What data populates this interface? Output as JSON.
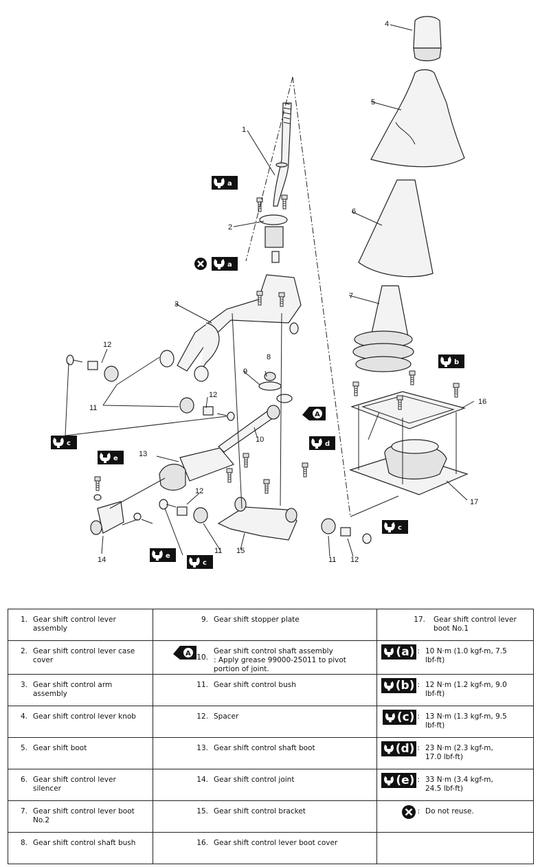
{
  "diagram": {
    "callouts": [
      "1",
      "2",
      "3",
      "4",
      "5",
      "6",
      "7",
      "8",
      "9",
      "10",
      "11",
      "12",
      "13",
      "14",
      "15",
      "16",
      "17"
    ],
    "torque_tags": [
      "a",
      "b",
      "c",
      "d",
      "e"
    ]
  },
  "legend": {
    "rows": [
      [
        {
          "n": "1.",
          "t": "Gear shift control lever\nassembly"
        },
        {
          "n": "9.",
          "t": "Gear shift stopper plate"
        },
        {
          "n": "17.",
          "t": "Gear shift control lever\nboot No.1"
        }
      ],
      [
        {
          "n": "2.",
          "t": "Gear shift control lever case\ncover"
        },
        {
          "n": "10.",
          "t": "Gear shift control shaft assembly",
          "note": ": Apply grease 99000-25011 to pivot\nportion of joint."
        },
        {
          "sym": "a",
          "t": "10 N·m (1.0 kgf-m, 7.5\nlbf-ft)"
        }
      ],
      [
        {
          "n": "3.",
          "t": "Gear shift control arm\nassembly"
        },
        {
          "n": "11.",
          "t": "Gear shift control bush"
        },
        {
          "sym": "b",
          "t": "12 N·m (1.2 kgf-m, 9.0\nlbf-ft)"
        }
      ],
      [
        {
          "n": "4.",
          "t": "Gear shift control lever knob"
        },
        {
          "n": "12.",
          "t": "Spacer"
        },
        {
          "sym": "c",
          "t": "13 N·m (1.3 kgf-m, 9.5\nlbf-ft)"
        }
      ],
      [
        {
          "n": "5.",
          "t": "Gear shift boot"
        },
        {
          "n": "13.",
          "t": "Gear shift control shaft boot"
        },
        {
          "sym": "d",
          "t": "23 N·m (2.3 kgf-m,\n17.0 lbf-ft)"
        }
      ],
      [
        {
          "n": "6.",
          "t": "Gear shift control lever\nsilencer"
        },
        {
          "n": "14.",
          "t": "Gear shift control joint"
        },
        {
          "sym": "e",
          "t": "33 N·m (3.4 kgf-m,\n24.5 lbf-ft)"
        }
      ],
      [
        {
          "n": "7.",
          "t": "Gear shift control lever boot\nNo.2"
        },
        {
          "n": "15.",
          "t": "Gear shift control bracket"
        },
        {
          "sym": "x",
          "t": "Do not reuse."
        }
      ],
      [
        {
          "n": "8.",
          "t": "Gear shift control shaft bush"
        },
        {
          "n": "16.",
          "t": "Gear shift control lever boot cover"
        },
        {
          "t": ""
        }
      ]
    ],
    "grease_mark": "A",
    "colon": ":"
  }
}
